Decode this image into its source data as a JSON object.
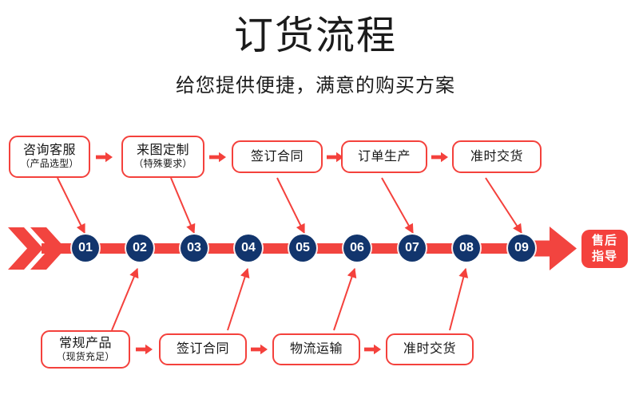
{
  "header": {
    "title": "订货流程",
    "subtitle": "给您提供便捷，满意的购买方案"
  },
  "colors": {
    "accent_red": "#f4413c",
    "rail_red": "#f2443f",
    "node_navy": "#12356d",
    "box_bg": "#ffffff",
    "text": "#161616",
    "page_bg": "#ffffff"
  },
  "top_row": {
    "boxes": [
      {
        "main": "咨询客服",
        "sub": "（产品选型）",
        "links_to_node": "01"
      },
      {
        "main": "来图定制",
        "sub": "（特殊要求）",
        "links_to_node": "03"
      },
      {
        "main": "签订合同",
        "sub": "",
        "links_to_node": "05"
      },
      {
        "main": "订单生产",
        "sub": "",
        "links_to_node": "07"
      },
      {
        "main": "准时交货",
        "sub": "",
        "links_to_node": "09"
      }
    ],
    "separator_icon": "right-arrow-icon"
  },
  "bottom_row": {
    "boxes": [
      {
        "main": "常规产品",
        "sub": "（现货充足）",
        "links_to_node": "02"
      },
      {
        "main": "签订合同",
        "sub": "",
        "links_to_node": "04"
      },
      {
        "main": "物流运输",
        "sub": "",
        "links_to_node": "06"
      },
      {
        "main": "准时交货",
        "sub": "",
        "links_to_node": "08"
      }
    ],
    "separator_icon": "right-arrow-icon"
  },
  "timeline": {
    "start_icon": "double-chevron-right-icon",
    "end_icon": "large-arrow-right-icon",
    "nodes": [
      "01",
      "02",
      "03",
      "04",
      "05",
      "06",
      "07",
      "08",
      "09"
    ],
    "end_label": {
      "line1": "售后",
      "line2": "指导"
    }
  }
}
